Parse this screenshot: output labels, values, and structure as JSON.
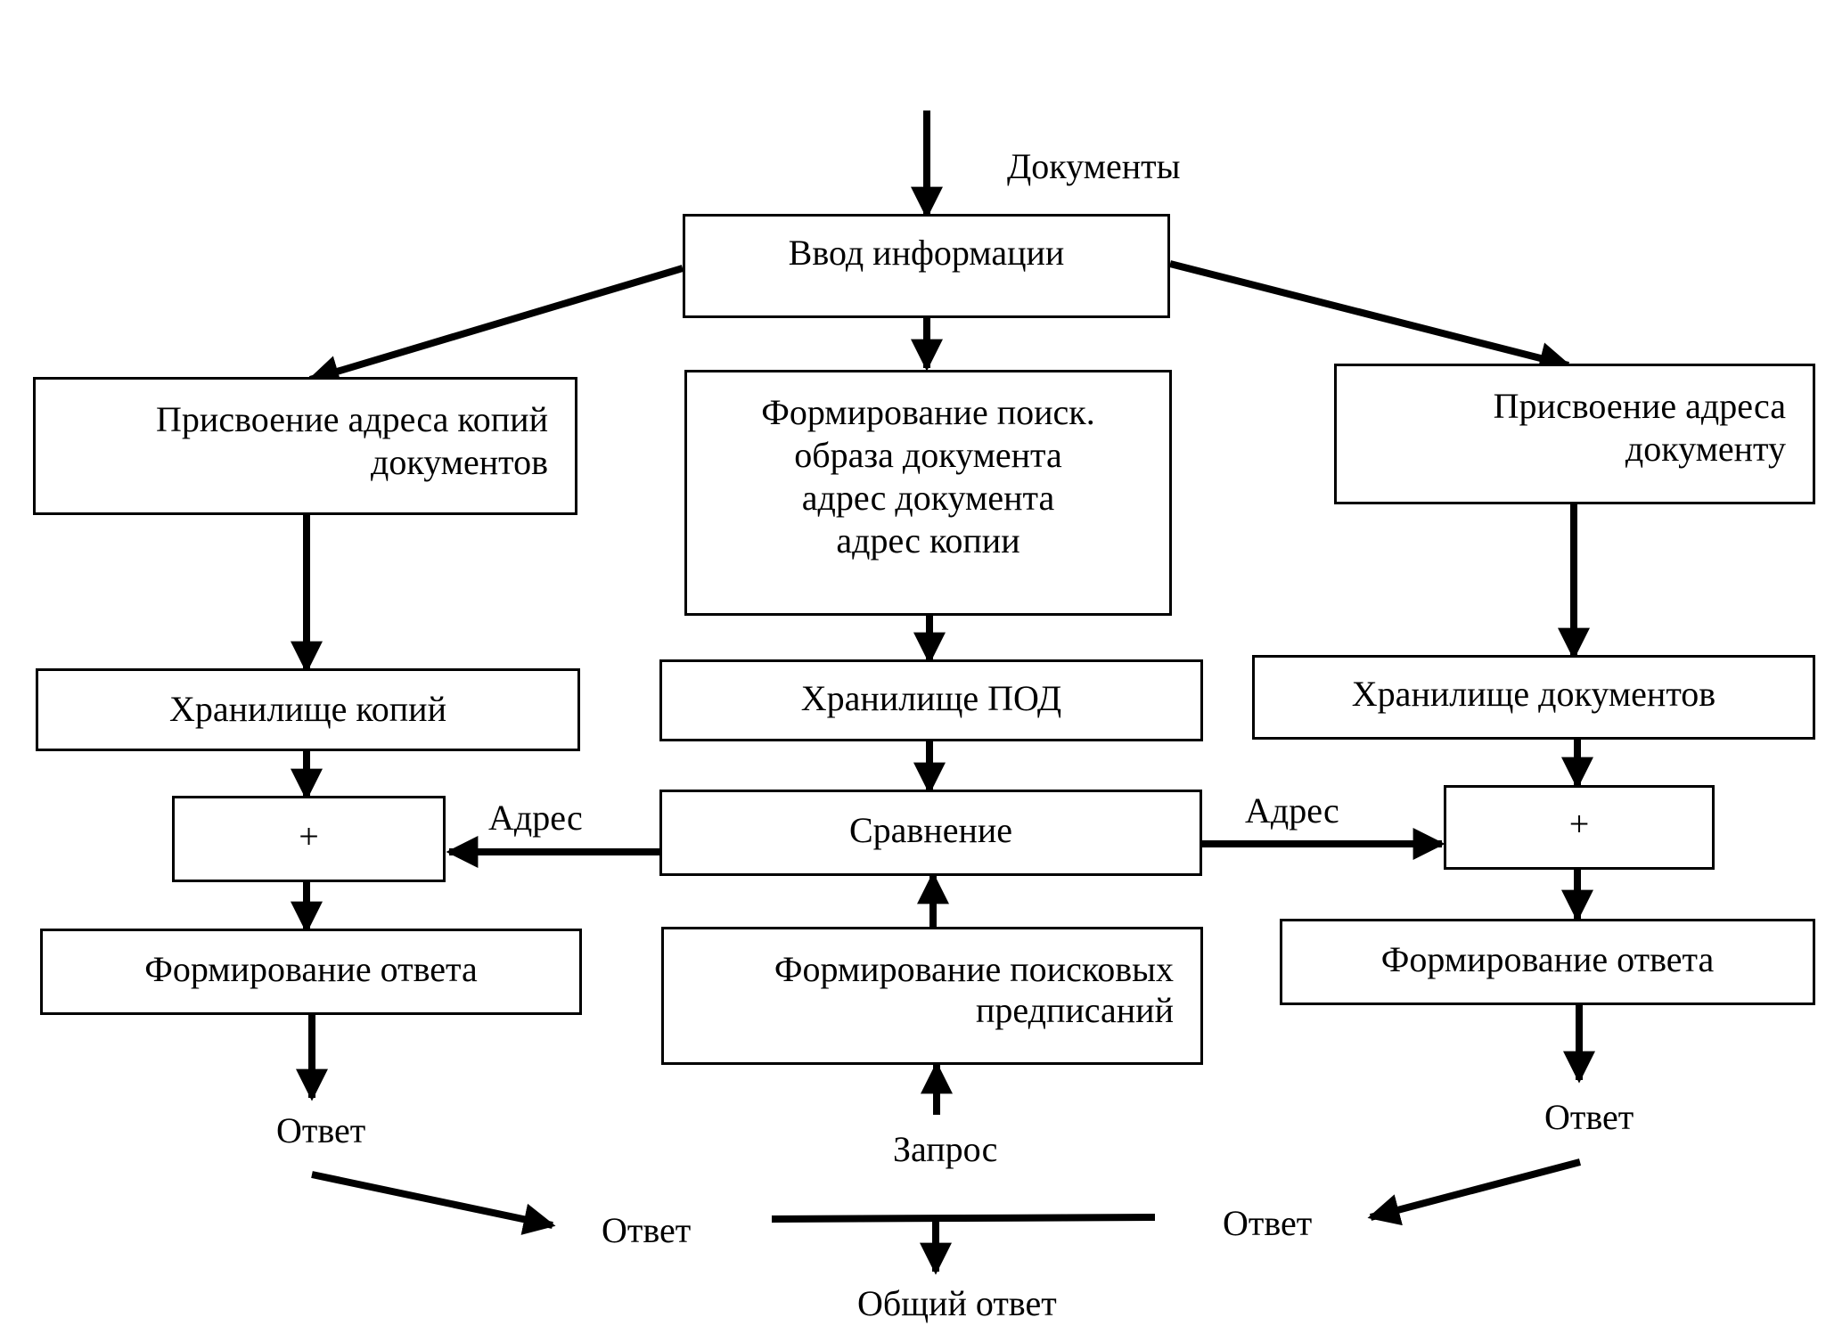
{
  "diagram": {
    "labels": {
      "documents": "Документы",
      "address_left": "Адрес",
      "address_right": "Адрес",
      "answer_left": "Ответ",
      "answer_right": "Ответ",
      "query": "Запрос",
      "merge_answer_left": "Ответ",
      "merge_answer_right": "Ответ",
      "general_answer": "Общий ответ"
    },
    "boxes": {
      "input": "Ввод информации",
      "copy_address": [
        "Присвоение адреса копий",
        "документов"
      ],
      "search_image": [
        "Формирование поиск.",
        "образа документа",
        "адрес документа",
        "адрес копии"
      ],
      "doc_address": [
        "Присвоение адреса",
        "документу"
      ],
      "copy_storage": "Хранилище копий",
      "pod_storage": "Хранилище ПОД",
      "doc_storage": "Хранилище документов",
      "plus_left": "+",
      "comparison": "Сравнение",
      "plus_right": "+",
      "answer_form_left": "Формирование ответа",
      "search_prescriptions": [
        "Формирование поисковых",
        "предписаний"
      ],
      "answer_form_right": "Формирование ответа"
    }
  }
}
